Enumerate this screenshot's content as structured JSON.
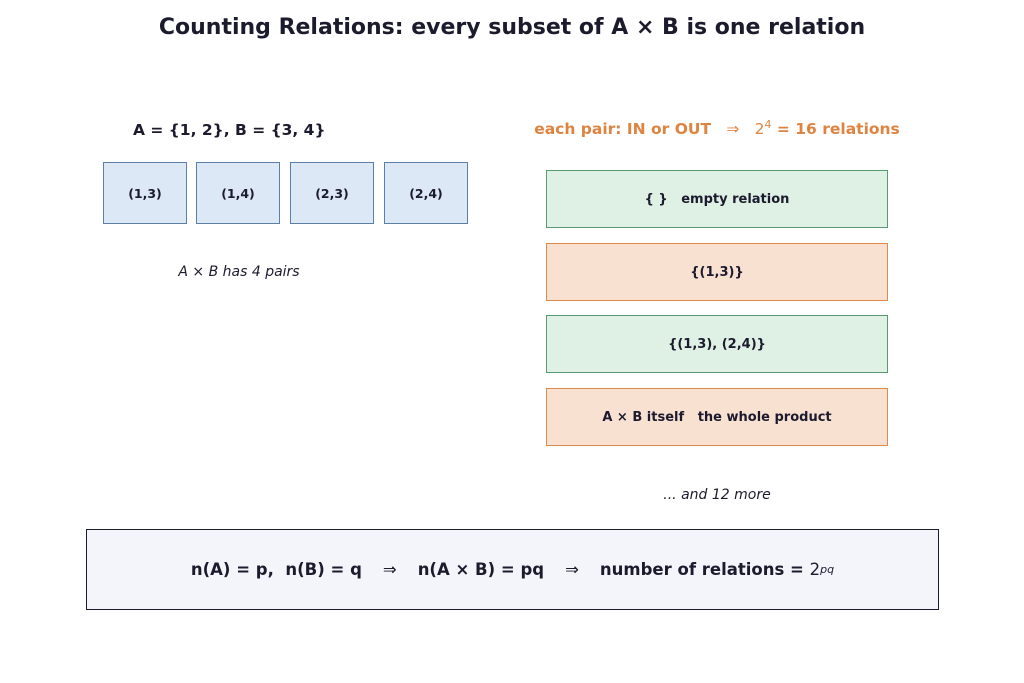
{
  "title": "Counting Relations:  every subset of A × B is one relation",
  "left": {
    "sets_label": "A = {1, 2},  B = {3, 4}",
    "pairs": [
      "(1,3)",
      "(1,4)",
      "(2,3)",
      "(2,4)"
    ],
    "caption": "A × B has 4 pairs"
  },
  "right": {
    "rule": {
      "text": "each pair: IN or OUT",
      "arrow": "⇒",
      "base": "2",
      "exponent": "4",
      "result": "= 16 relations"
    },
    "relations": [
      {
        "label": "{ }   empty relation",
        "color": "green"
      },
      {
        "label": "{(1,3)}",
        "color": "orange"
      },
      {
        "label": "{(1,3), (2,4)}",
        "color": "green"
      },
      {
        "label": "A × B itself   the whole product",
        "color": "orange"
      }
    ],
    "more_caption": "... and 12 more"
  },
  "formula": {
    "part1": "n(A) = p,  n(B) = q",
    "arrow": "⇒",
    "part2": "n(A × B) = pq",
    "part3": "number of relations = ",
    "base": "2",
    "exponent": "pq"
  },
  "colors": {
    "text": "#1c1b2e",
    "accent_orange": "#de8440",
    "pair_fill": "#dce8f5",
    "pair_border": "#5b7fa6",
    "green_fill": "#dff0e5",
    "green_border": "#5a9a72",
    "orange_fill": "#f9e1d2",
    "orange_border": "#de8a4c",
    "formula_fill": "#f3f5fb"
  }
}
